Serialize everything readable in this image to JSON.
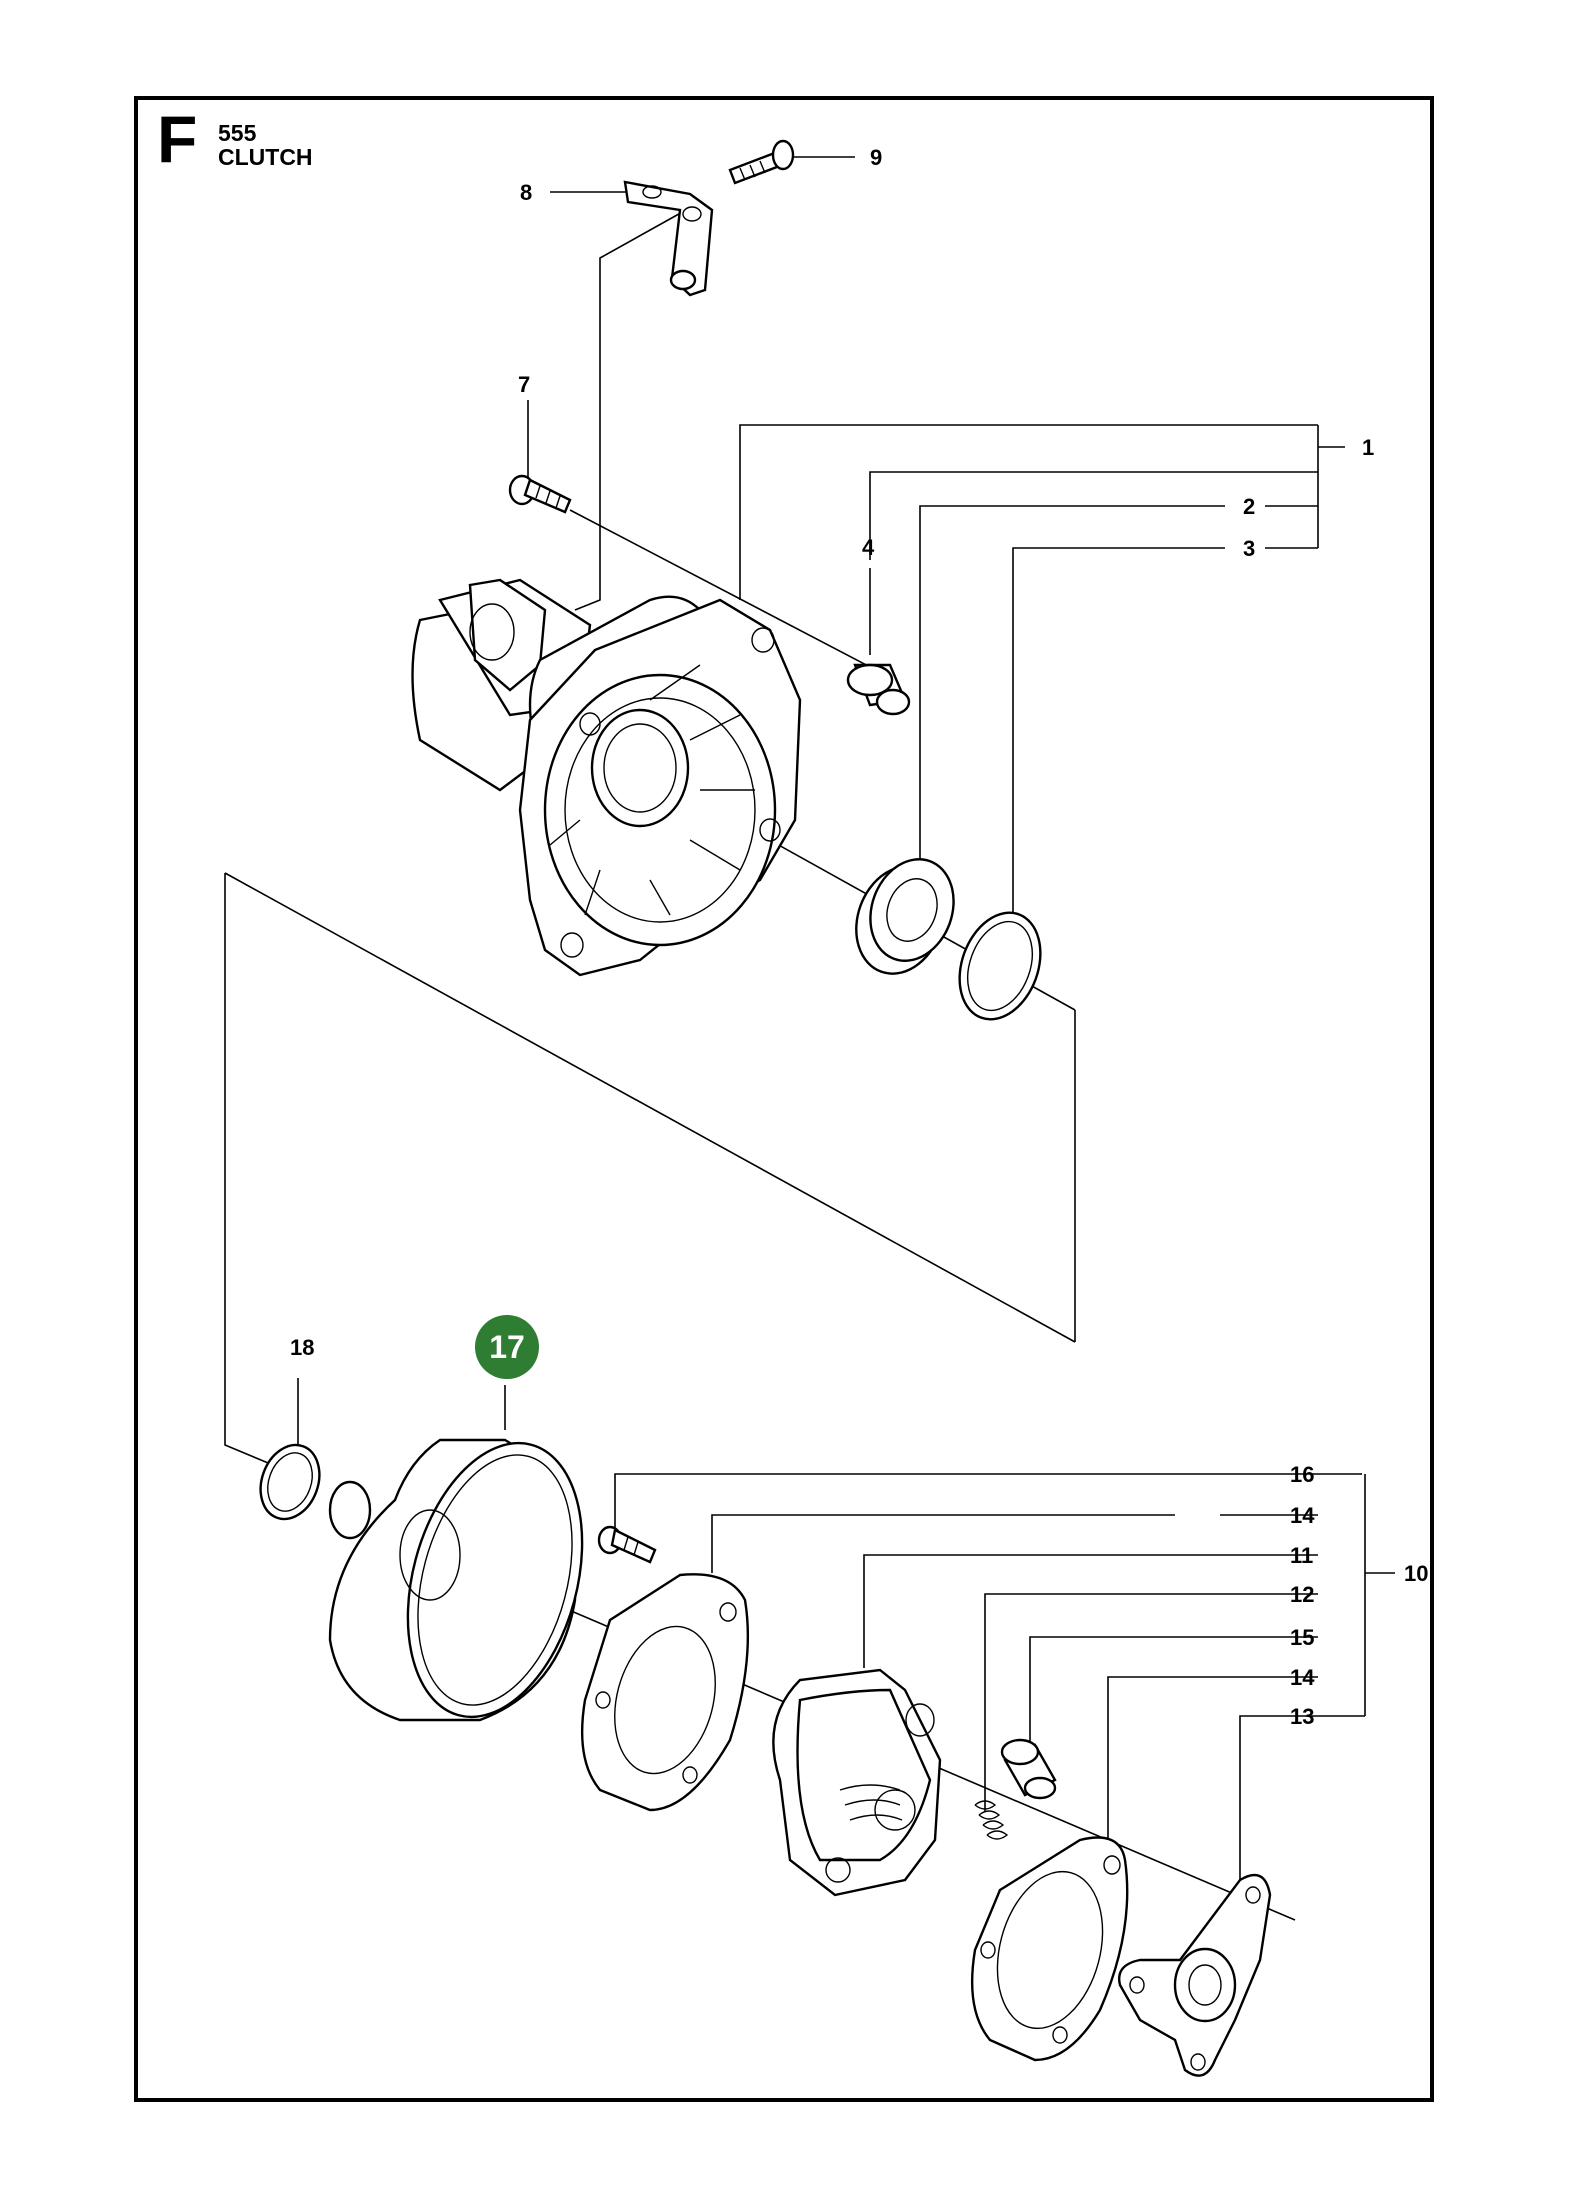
{
  "header": {
    "section_letter": "F",
    "model": "555",
    "title": "CLUTCH"
  },
  "callouts": {
    "p1": "1",
    "p2": "2",
    "p3": "3",
    "p4": "4",
    "p7": "7",
    "p8": "8",
    "p9": "9",
    "p10": "10",
    "p11": "11",
    "p12": "12",
    "p13": "13",
    "p14a": "14",
    "p14b": "14",
    "p15": "15",
    "p16": "16",
    "p17": "17",
    "p18": "18"
  },
  "colors": {
    "highlight": "#2e7d32",
    "line": "#000000"
  }
}
